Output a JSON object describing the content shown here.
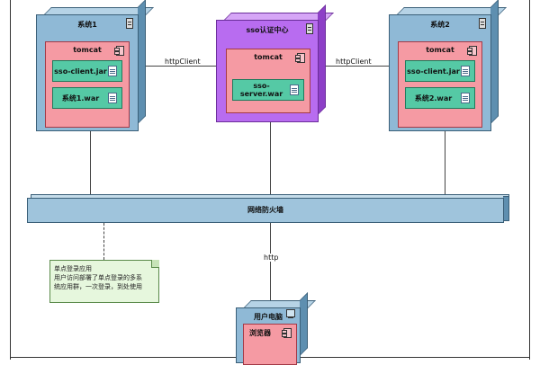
{
  "nodes": {
    "system1": {
      "title": "系统1",
      "component": "tomcat",
      "artifacts": [
        "sso-client.jar",
        "系统1.war"
      ]
    },
    "sso": {
      "title": "sso认证中心",
      "component": "tomcat",
      "artifacts": [
        "sso-server.war"
      ]
    },
    "system2": {
      "title": "系统2",
      "component": "tomcat",
      "artifacts": [
        "sso-client.jar",
        "系统2.war"
      ]
    },
    "firewall": {
      "title": "网络防火墙"
    },
    "user_pc": {
      "title": "用户电脑",
      "component": "浏览器"
    }
  },
  "connectors": {
    "left": "httpClient",
    "right": "httpClient",
    "bottom": "http"
  },
  "note": {
    "lines": [
      "单点登录应用",
      "用户访问部署了单点登录的多系",
      "统应用群，一次登录，到处使用"
    ]
  }
}
